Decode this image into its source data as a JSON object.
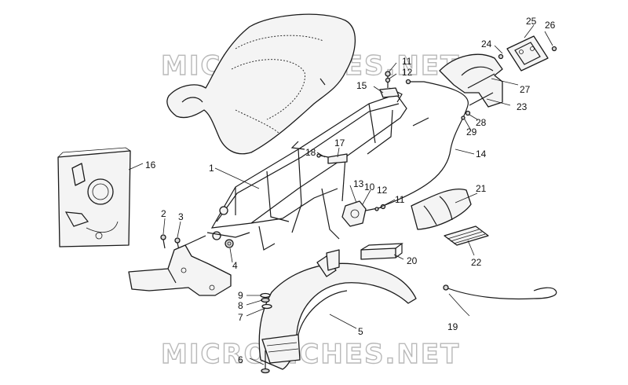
{
  "watermark": "MICROFICHES.NET",
  "callouts": [
    "1",
    "2",
    "3",
    "4",
    "5",
    "6",
    "7",
    "8",
    "9",
    "10",
    "11",
    "12",
    "13",
    "14",
    "15",
    "16",
    "17",
    "18",
    "19",
    "20",
    "21",
    "22",
    "23",
    "24",
    "25",
    "26",
    "27",
    "28",
    "29"
  ],
  "extra_callouts": [
    "11",
    "12"
  ]
}
